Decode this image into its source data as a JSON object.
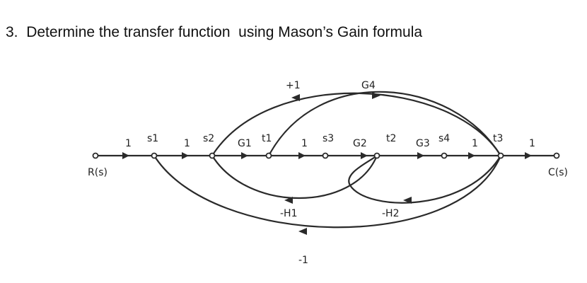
{
  "question": {
    "number": "3.",
    "text": "Determine the transfer function  using Mason’s Gain formula"
  },
  "graph": {
    "input_label": "R(s)",
    "output_label": "C(s)",
    "forward_gains": [
      "1",
      "1",
      "G1",
      "1",
      "G2",
      "G3",
      "1",
      "1"
    ],
    "node_labels": [
      "s1",
      "s2",
      "t1",
      "s3",
      "t2",
      "s4",
      "t3"
    ],
    "upper_gains": [
      "+1",
      "G4"
    ],
    "lower_gains": [
      "-H1",
      "-H2",
      "-1"
    ]
  }
}
